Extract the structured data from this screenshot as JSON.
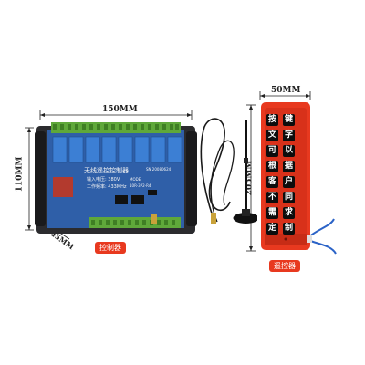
{
  "dimensions": {
    "controller_width": "150MM",
    "controller_height": "110MM",
    "controller_depth": "45MM",
    "remote_width": "50MM",
    "remote_height": "205MM"
  },
  "board": {
    "title": "无线遥控控制器",
    "serial": "SN 20080624",
    "line1": "输入电压: 380V",
    "line2": "工作频率: 433MHz",
    "mode_label": "MODE",
    "model": "10R-3P2-R4"
  },
  "labels": {
    "controller": "控制器",
    "remote": "遥控器"
  },
  "remote_keys": [
    "按",
    "键",
    "文",
    "字",
    "可",
    "以",
    "根",
    "据",
    "客",
    "户",
    "不",
    "同",
    "需",
    "求",
    "定",
    "制"
  ],
  "colors": {
    "remote_body": "#e8391f",
    "key": "#0d0d0d",
    "board_blue": "#2f5fa8",
    "terminal_green": "#5fa83a",
    "tag_red": "#e8391f"
  }
}
